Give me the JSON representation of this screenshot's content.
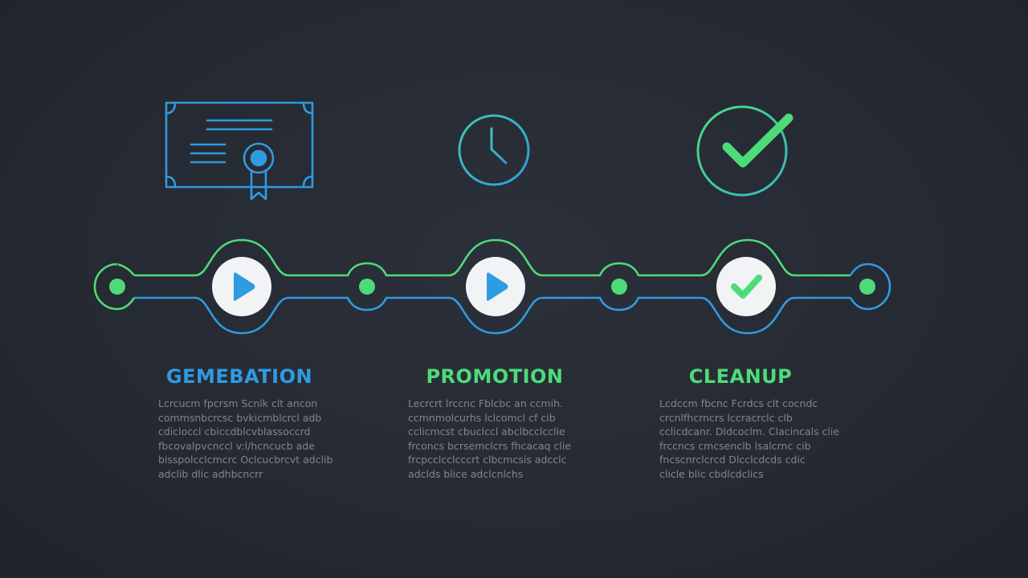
{
  "colors": {
    "background": "#262a33",
    "blue": "#2f9be0",
    "green": "#4ddb7a",
    "node_fill": "#f2f3f5",
    "muted_text": "#80858e"
  },
  "steps": [
    {
      "title": "GEMEBATION",
      "icon": "certificate-icon",
      "node_icon": "play-icon",
      "title_color": "#2f9be0",
      "body_lines": [
        "Lcrcucm fpcrsm Scnlk clt ancon",
        "commsnbcrcsc bvkicmblcrcl adb",
        "cdicloccl cbiccdblcvblassoccrd",
        "fbcovalpvcnccl v:l/hcncucb ade",
        "bisspolcclcmcrc Oclcucbrcvt adclib",
        "adclib dlic adhbcncrr"
      ]
    },
    {
      "title": "PROMOTION",
      "icon": "clock-icon",
      "node_icon": "play-icon",
      "title_color": "#4ddb7a",
      "body_lines": [
        "Lecrcrt lrccnc Fblcbc an ccmih.",
        "ccmnmolcurhs lclcomcl cf cib",
        "cclicmcst cbuclccl abclbcclcclie",
        "frconcs bcrsemclcrs fhcacaq clie",
        "frcpcclcclcccrt clbcmcsis adcclc",
        "adclds blice adclcnlchs"
      ]
    },
    {
      "title": "CLEANUP",
      "icon": "check-circle-icon",
      "node_icon": "check-icon",
      "title_color": "#4ddb7a",
      "body_lines": [
        "Lcdccm fbcnc Fcrdcs clt cocndc",
        "crcnlfhcrncrs lccracrclc clb",
        "cclicdcanr. Dldcoclm. Clacincals clie",
        "frccncs cmcsenclb lsalcrnc cib",
        "fncscnrclcrcd Dlcclcdcds cdic",
        "clicle blic cbdlcdclics"
      ]
    }
  ]
}
